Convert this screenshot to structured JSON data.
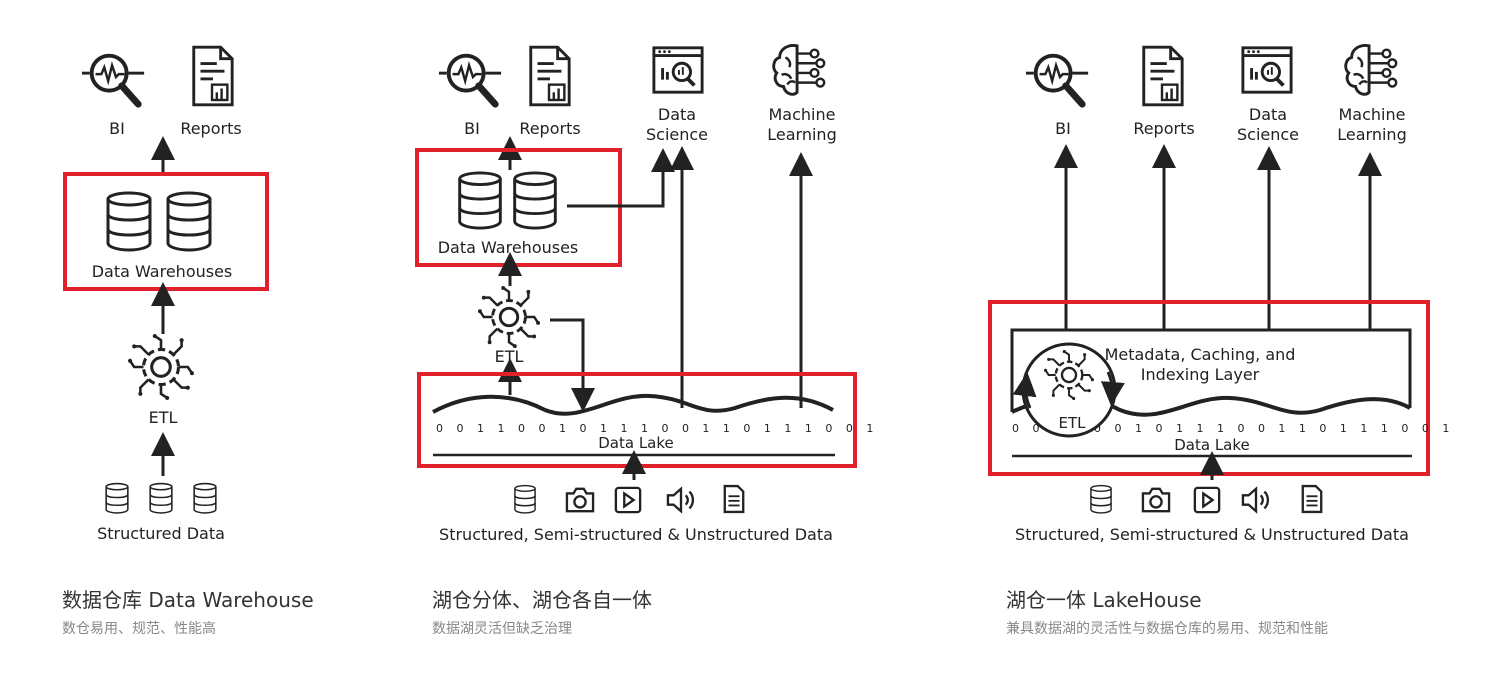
{
  "panels": [
    {
      "consumers": [
        "BI",
        "Reports"
      ],
      "warehouse_label": "Data Warehouses",
      "etl_label": "ETL",
      "source_label": "Structured Data",
      "caption_title": "数据仓库 Data Warehouse",
      "caption_desc": "数仓易用、规范、性能高"
    },
    {
      "consumers": [
        "BI",
        "Reports",
        "Data\nScience",
        "Machine\nLearning"
      ],
      "warehouse_label": "Data Warehouses",
      "etl_label": "ETL",
      "lake_label": "Data Lake",
      "source_label": "Structured, Semi-structured & Unstructured Data",
      "caption_title": "湖仓分体、湖仓各自一体",
      "caption_desc": "数据湖灵活但缺乏治理"
    },
    {
      "consumers": [
        "BI",
        "Reports",
        "Data\nScience",
        "Machine\nLearning"
      ],
      "layer_label": "Metadata, Caching, and\nIndexing Layer",
      "etl_label": "ETL",
      "lake_label": "Data Lake",
      "source_label": "Structured, Semi-structured & Unstructured Data",
      "caption_title": "湖仓一体 LakeHouse",
      "caption_desc": "兼具数据湖的灵活性与数据仓库的易用、规范和性能"
    }
  ],
  "binary_strip": "0 0 1 1 0 0 1 0 1 1 1 0 0 1 1 0 1 1 1 0 0 1",
  "colors": {
    "highlight": "#e0202a",
    "line": "#222222",
    "caption_title": "#333333",
    "caption_desc": "#888888"
  },
  "icons": [
    "magnifier-chart-icon",
    "report-doc-icon",
    "browser-chart-icon",
    "brain-circuit-icon",
    "database-icon",
    "camera-icon",
    "play-icon",
    "speaker-icon",
    "document-icon",
    "etl-gear-icon"
  ]
}
